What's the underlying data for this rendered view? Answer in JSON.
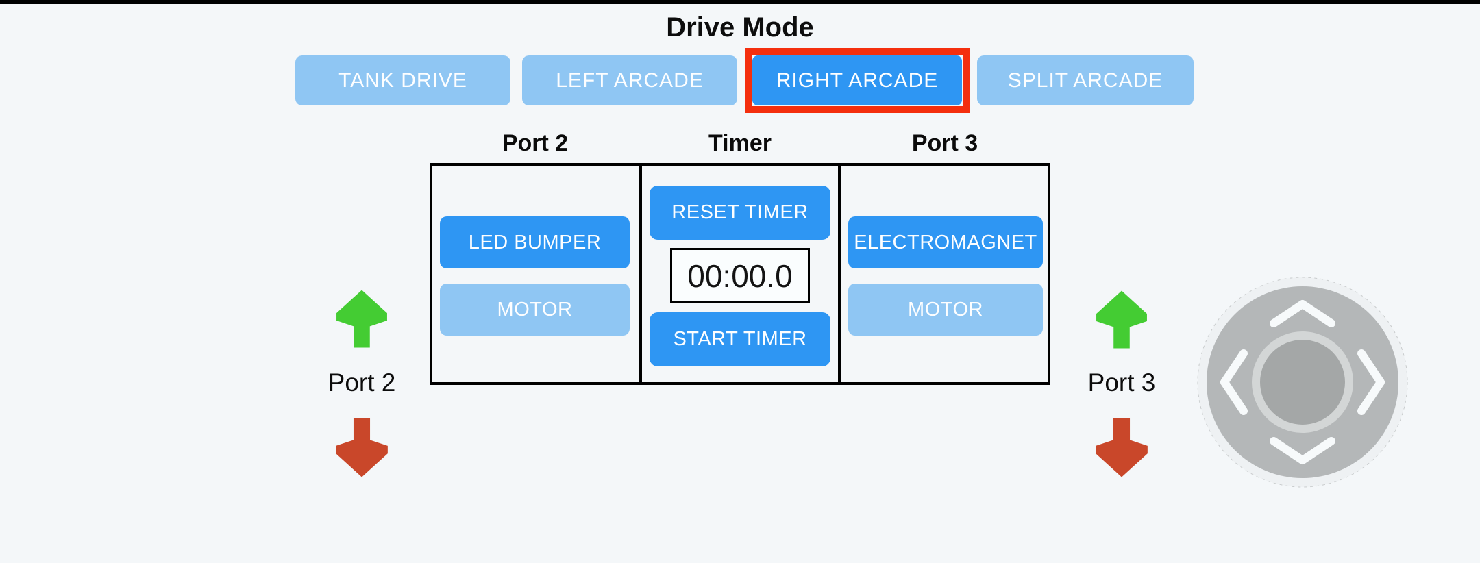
{
  "drive_mode": {
    "title": "Drive Mode",
    "buttons": [
      {
        "label": "TANK DRIVE",
        "state": "inactive",
        "highlighted": false
      },
      {
        "label": "LEFT ARCADE",
        "state": "inactive",
        "highlighted": false
      },
      {
        "label": "RIGHT ARCADE",
        "state": "active",
        "highlighted": true
      },
      {
        "label": "SPLIT ARCADE",
        "state": "inactive",
        "highlighted": false
      }
    ]
  },
  "panel": {
    "columns": [
      {
        "header": "Port 2"
      },
      {
        "header": "Timer"
      },
      {
        "header": "Port 3"
      }
    ],
    "port2": {
      "buttons": [
        {
          "label": "LED BUMPER",
          "state": "active"
        },
        {
          "label": "MOTOR",
          "state": "inactive"
        }
      ]
    },
    "timer": {
      "reset_label": "RESET TIMER",
      "display": "00:00.0",
      "start_label": "START TIMER"
    },
    "port3": {
      "buttons": [
        {
          "label": "ELECTROMAGNET",
          "state": "active"
        },
        {
          "label": "MOTOR",
          "state": "inactive"
        }
      ]
    }
  },
  "port_controls": {
    "left": {
      "label": "Port 2",
      "up_icon": "green-up-arrow",
      "down_icon": "red-down-arrow"
    },
    "right": {
      "label": "Port 3",
      "up_icon": "green-up-arrow",
      "down_icon": "red-down-arrow"
    }
  },
  "joystick": {
    "icon": "joystick-dpad",
    "chevrons": [
      "up",
      "left",
      "right",
      "down"
    ]
  },
  "colors": {
    "background": "#f4f7f9",
    "active_blue": "#2e96f3",
    "inactive_blue": "#8fc6f3",
    "highlight_red": "#f42f0e",
    "arrow_green": "#44cc33",
    "arrow_red": "#c9472a",
    "border_black": "#000000",
    "joystick_pad": "#b4b7b8",
    "joystick_halo": "#eef1f3",
    "joystick_ring": "#d3d6d6",
    "joystick_knob": "#a4a7a7",
    "chevron_white": "#f7fafb"
  }
}
